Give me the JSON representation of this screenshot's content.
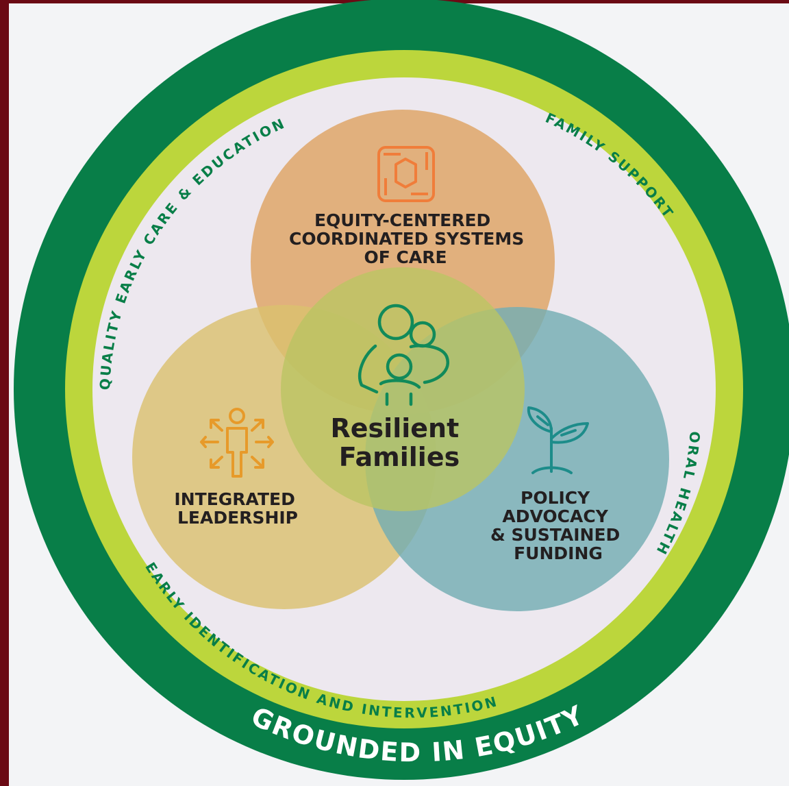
{
  "center": {
    "title_line1": "Resilient",
    "title_line2": "Families",
    "icon": "family-icon"
  },
  "circles": {
    "top": {
      "lines": [
        "EQUITY-CENTERED",
        "COORDINATED SYSTEMS",
        "OF CARE"
      ],
      "icon": "hands-circle-icon",
      "color": "#f0b46a"
    },
    "left": {
      "lines": [
        "INTEGRATED",
        "LEADERSHIP"
      ],
      "icon": "person-arrows-icon",
      "color": "#ecd478"
    },
    "right": {
      "lines": [
        "POLICY",
        "ADVOCACY",
        "& SUSTAINED",
        "FUNDING"
      ],
      "icon": "sprout-icon",
      "color": "#7cc0bf"
    },
    "center_color": "#c9d86a"
  },
  "ring_labels": {
    "quality_early_care": "QUALITY EARLY CARE & EDUCATION",
    "family_support": "FAMILY SUPPORT",
    "oral_health": "ORAL HEALTH",
    "early_identification": "EARLY IDENTIFICATION AND INTERVENTION",
    "grounded": "GROUNDED IN EQUITY"
  },
  "colors": {
    "outer_ring": "#087e48",
    "inner_ring": "#bcd63c",
    "ring_text": "#087e48",
    "grounded_text": "#ffffff",
    "frame": "#6b0a14",
    "dark_text": "#231f20",
    "top_icon": "#f07d3a",
    "left_icon": "#e79a2a",
    "right_icon": "#1d8c8a",
    "center_icon": "#118a5a"
  }
}
